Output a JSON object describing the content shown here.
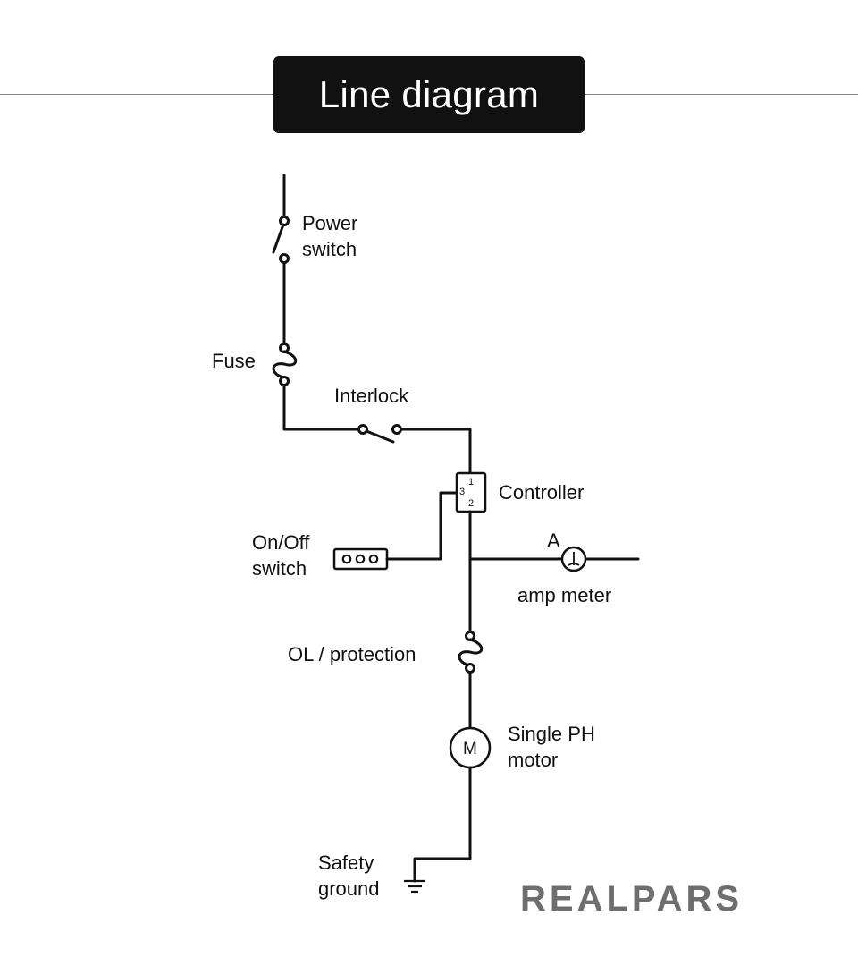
{
  "title": "Line diagram",
  "labels": {
    "power_switch_line1": "Power",
    "power_switch_line2": "switch",
    "fuse": "Fuse",
    "interlock": "Interlock",
    "controller": "Controller",
    "controller_pin1": "1",
    "controller_pin2": "2",
    "controller_pin3": "3",
    "onoff_line1": "On/Off",
    "onoff_line2": "switch",
    "amp_meter_letter": "A",
    "amp_meter": "amp meter",
    "ol_protection": "OL / protection",
    "motor_symbol": "M",
    "motor_line1": "Single PH",
    "motor_line2": "motor",
    "ground_line1": "Safety",
    "ground_line2": "ground"
  },
  "logo": {
    "text": "REALPARS"
  },
  "colors": {
    "title_bg": "#111111",
    "title_fg": "#ffffff",
    "line": "#111111",
    "logo": "#6e6e6e"
  }
}
